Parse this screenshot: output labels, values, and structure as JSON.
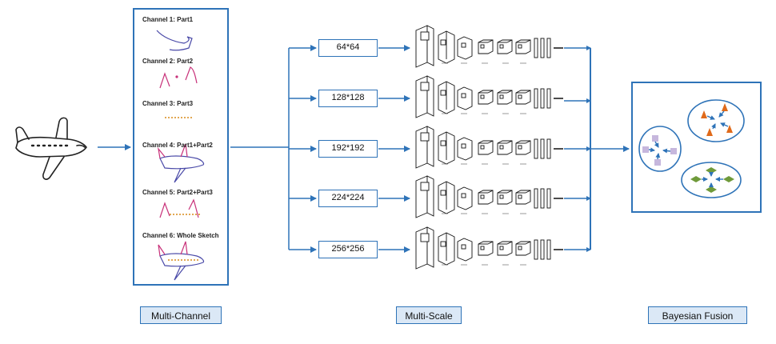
{
  "channels": [
    {
      "label": "Channel 1:  Part1"
    },
    {
      "label": "Channel 2:  Part2"
    },
    {
      "label": "Channel 3:  Part3"
    },
    {
      "label": "Channel 4:  Part1+Part2"
    },
    {
      "label": "Channel 5:  Part2+Part3"
    },
    {
      "label": "Channel 6:  Whole Sketch"
    }
  ],
  "scales": [
    "64*64",
    "128*128",
    "192*192",
    "224*224",
    "256*256"
  ],
  "stages": {
    "multi_channel": "Multi-Channel",
    "multi_scale": "Multi-Scale",
    "bayesian_fusion": "Bayesian Fusion"
  },
  "colors": {
    "arrow": "#2e73b8",
    "part1_stroke": "#4a4aa8",
    "part2_stroke": "#c8327a",
    "part3_stroke": "#d98b1a",
    "cluster_orange": "#e06a1a",
    "cluster_violet": "#c6b7dd",
    "cluster_green": "#6f9a3a"
  }
}
